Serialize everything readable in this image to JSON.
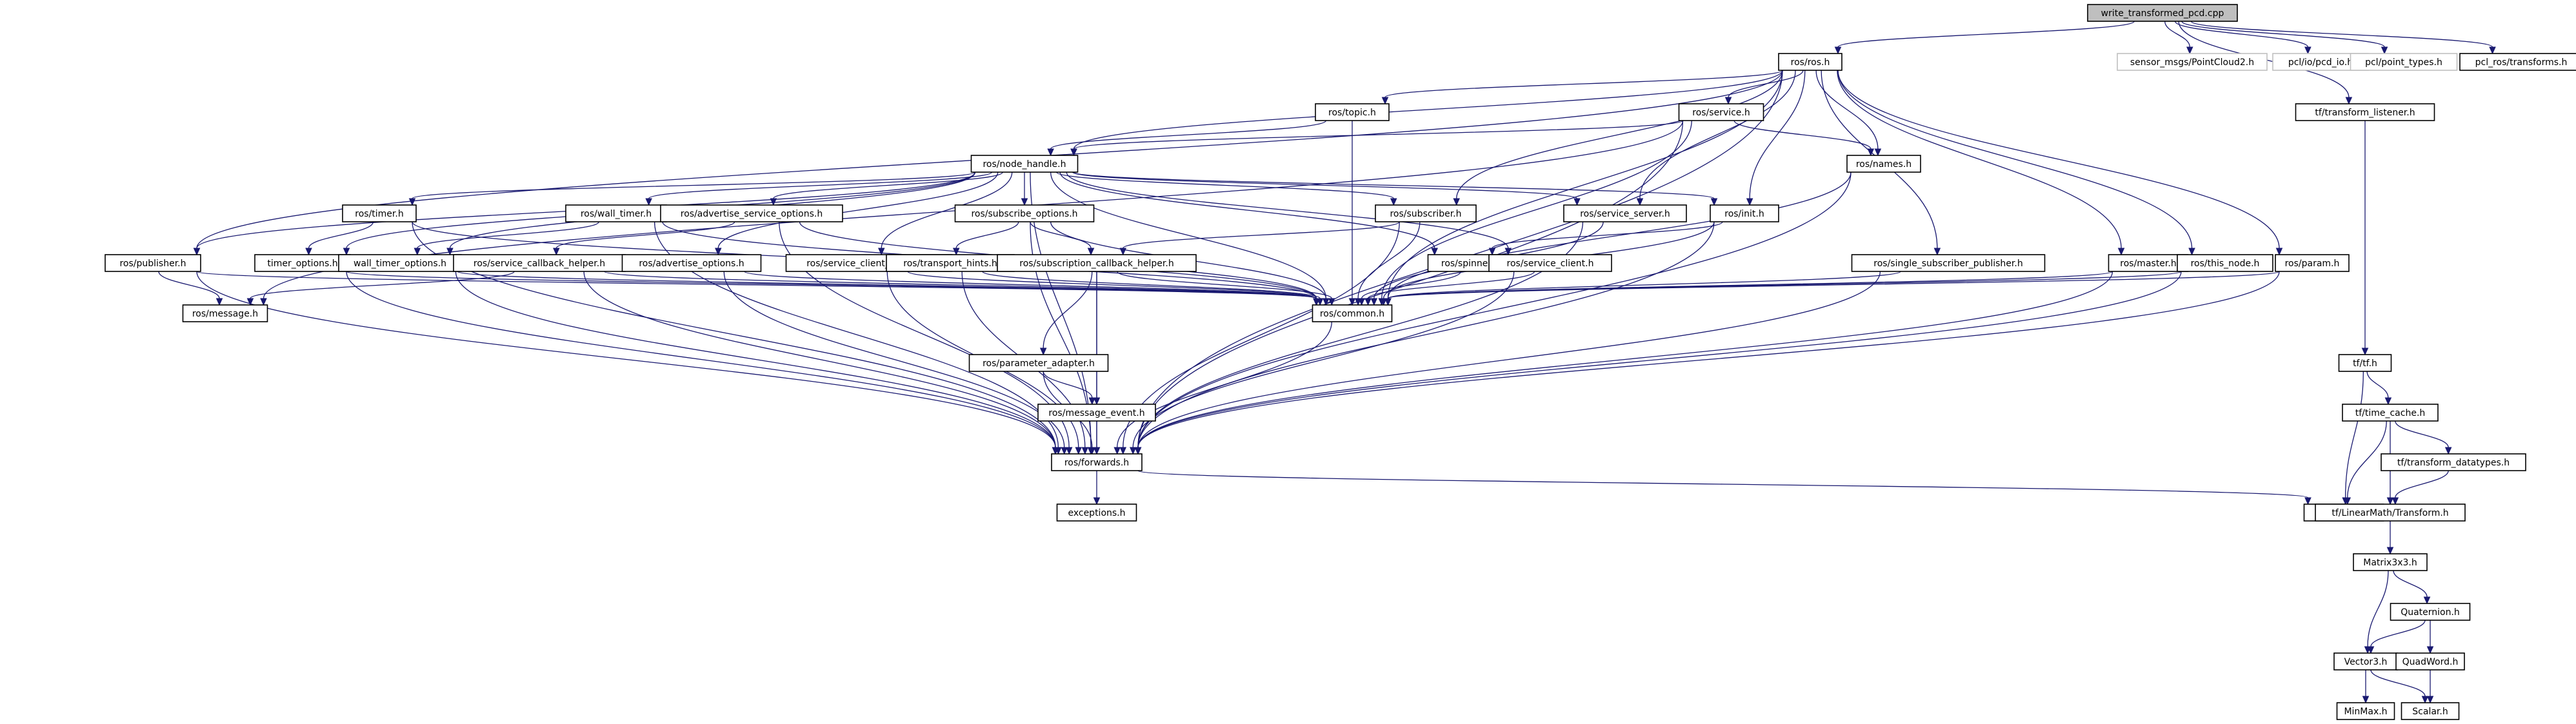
{
  "graph": {
    "edge_color": "#191970",
    "root_fill": "#bfbfbf",
    "missing_border": "#bfbfbf",
    "nodes": [
      {
        "id": "root",
        "label": "write_transformed_pcd.cpp",
        "kind": "root"
      },
      {
        "id": "ros",
        "label": "ros/ros.h"
      },
      {
        "id": "pc2",
        "label": "sensor_msgs/PointCloud2.h",
        "kind": "missing"
      },
      {
        "id": "pcdio",
        "label": "pcl/io/pcd_io.h",
        "kind": "missing"
      },
      {
        "id": "ptypes",
        "label": "pcl/point_types.h",
        "kind": "missing"
      },
      {
        "id": "pclrostf",
        "label": "pcl_ros/transforms.h"
      },
      {
        "id": "tflistener",
        "label": "tf/transform_listener.h"
      },
      {
        "id": "topic",
        "label": "ros/topic.h"
      },
      {
        "id": "service",
        "label": "ros/service.h"
      },
      {
        "id": "names",
        "label": "ros/names.h"
      },
      {
        "id": "nodehandle",
        "label": "ros/node_handle.h"
      },
      {
        "id": "timer",
        "label": "ros/timer.h"
      },
      {
        "id": "walltimer",
        "label": "ros/wall_timer.h"
      },
      {
        "id": "advsrvopt",
        "label": "ros/advertise_service_options.h"
      },
      {
        "id": "subopt",
        "label": "ros/subscribe_options.h"
      },
      {
        "id": "subscriber",
        "label": "ros/subscriber.h"
      },
      {
        "id": "srvserver",
        "label": "ros/service_server.h"
      },
      {
        "id": "init",
        "label": "ros/init.h"
      },
      {
        "id": "publisher",
        "label": "ros/publisher.h"
      },
      {
        "id": "timeropt",
        "label": "timer_options.h"
      },
      {
        "id": "walltimeropt",
        "label": "wall_timer_options.h"
      },
      {
        "id": "srvcbhelper",
        "label": "ros/service_callback_helper.h"
      },
      {
        "id": "advopt",
        "label": "ros/advertise_options.h"
      },
      {
        "id": "srvclientopt",
        "label": "ros/service_client_options.h"
      },
      {
        "id": "transporthints",
        "label": "ros/transport_hints.h"
      },
      {
        "id": "subcbhelper",
        "label": "ros/subscription_callback_helper.h"
      },
      {
        "id": "spinner",
        "label": "ros/spinner.h"
      },
      {
        "id": "srvclient",
        "label": "ros/service_client.h"
      },
      {
        "id": "singlesubpub",
        "label": "ros/single_subscriber_publisher.h"
      },
      {
        "id": "master",
        "label": "ros/master.h"
      },
      {
        "id": "thisnode",
        "label": "ros/this_node.h"
      },
      {
        "id": "param",
        "label": "ros/param.h"
      },
      {
        "id": "message",
        "label": "ros/message.h"
      },
      {
        "id": "common",
        "label": "ros/common.h"
      },
      {
        "id": "paramadapter",
        "label": "ros/parameter_adapter.h"
      },
      {
        "id": "msgevent",
        "label": "ros/message_event.h"
      },
      {
        "id": "forwards",
        "label": "ros/forwards.h"
      },
      {
        "id": "exceptions1",
        "label": "exceptions.h"
      },
      {
        "id": "exceptions2",
        "label": "exceptions.h"
      },
      {
        "id": "tftf",
        "label": "tf/tf.h"
      },
      {
        "id": "timecache",
        "label": "tf/time_cache.h"
      },
      {
        "id": "tfdatatypes",
        "label": "tf/transform_datatypes.h"
      },
      {
        "id": "lmtransform",
        "label": "tf/LinearMath/Transform.h"
      },
      {
        "id": "matrix",
        "label": "Matrix3x3.h"
      },
      {
        "id": "quaternion",
        "label": "Quaternion.h"
      },
      {
        "id": "vector3",
        "label": "Vector3.h"
      },
      {
        "id": "quadword",
        "label": "QuadWord.h"
      },
      {
        "id": "minmax",
        "label": "MinMax.h"
      },
      {
        "id": "scalar",
        "label": "Scalar.h"
      }
    ],
    "edges": [
      [
        "root",
        "ros"
      ],
      [
        "root",
        "pc2"
      ],
      [
        "root",
        "pcdio"
      ],
      [
        "root",
        "ptypes"
      ],
      [
        "root",
        "pclrostf"
      ],
      [
        "root",
        "tflistener"
      ],
      [
        "ros",
        "topic"
      ],
      [
        "ros",
        "service"
      ],
      [
        "ros",
        "names"
      ],
      [
        "ros",
        "nodehandle"
      ],
      [
        "ros",
        "subscriber"
      ],
      [
        "ros",
        "srvserver"
      ],
      [
        "ros",
        "init"
      ],
      [
        "ros",
        "singlesubpub"
      ],
      [
        "ros",
        "master"
      ],
      [
        "ros",
        "thisnode"
      ],
      [
        "ros",
        "param"
      ],
      [
        "ros",
        "common"
      ],
      [
        "ros",
        "publisher"
      ],
      [
        "ros",
        "forwards"
      ],
      [
        "topic",
        "nodehandle"
      ],
      [
        "topic",
        "common"
      ],
      [
        "service",
        "nodehandle"
      ],
      [
        "service",
        "names"
      ],
      [
        "service",
        "common"
      ],
      [
        "service",
        "forwards"
      ],
      [
        "service",
        "message"
      ],
      [
        "names",
        "common"
      ],
      [
        "names",
        "forwards"
      ],
      [
        "nodehandle",
        "timer"
      ],
      [
        "nodehandle",
        "walltimer"
      ],
      [
        "nodehandle",
        "advsrvopt"
      ],
      [
        "nodehandle",
        "subopt"
      ],
      [
        "nodehandle",
        "subscriber"
      ],
      [
        "nodehandle",
        "srvserver"
      ],
      [
        "nodehandle",
        "init"
      ],
      [
        "nodehandle",
        "publisher"
      ],
      [
        "nodehandle",
        "timeropt"
      ],
      [
        "nodehandle",
        "walltimeropt"
      ],
      [
        "nodehandle",
        "advopt"
      ],
      [
        "nodehandle",
        "srvclientopt"
      ],
      [
        "nodehandle",
        "spinner"
      ],
      [
        "nodehandle",
        "srvclient"
      ],
      [
        "nodehandle",
        "common"
      ],
      [
        "nodehandle",
        "forwards"
      ],
      [
        "timer",
        "timeropt"
      ],
      [
        "timer",
        "common"
      ],
      [
        "timer",
        "forwards"
      ],
      [
        "walltimer",
        "walltimeropt"
      ],
      [
        "walltimer",
        "common"
      ],
      [
        "walltimer",
        "forwards"
      ],
      [
        "advsrvopt",
        "srvcbhelper"
      ],
      [
        "advsrvopt",
        "common"
      ],
      [
        "advsrvopt",
        "forwards"
      ],
      [
        "subopt",
        "transporthints"
      ],
      [
        "subopt",
        "subcbhelper"
      ],
      [
        "subopt",
        "common"
      ],
      [
        "subopt",
        "forwards"
      ],
      [
        "subscriber",
        "common"
      ],
      [
        "subscriber",
        "subcbhelper"
      ],
      [
        "subscriber",
        "forwards"
      ],
      [
        "srvserver",
        "common"
      ],
      [
        "srvserver",
        "forwards"
      ],
      [
        "init",
        "spinner"
      ],
      [
        "init",
        "common"
      ],
      [
        "init",
        "forwards"
      ],
      [
        "publisher",
        "message"
      ],
      [
        "publisher",
        "common"
      ],
      [
        "publisher",
        "forwards"
      ],
      [
        "timeropt",
        "common"
      ],
      [
        "timeropt",
        "forwards"
      ],
      [
        "walltimeropt",
        "common"
      ],
      [
        "walltimeropt",
        "forwards"
      ],
      [
        "srvcbhelper",
        "message"
      ],
      [
        "srvcbhelper",
        "common"
      ],
      [
        "srvcbhelper",
        "forwards"
      ],
      [
        "advopt",
        "common"
      ],
      [
        "advopt",
        "forwards"
      ],
      [
        "srvclientopt",
        "common"
      ],
      [
        "srvclientopt",
        "forwards"
      ],
      [
        "transporthints",
        "common"
      ],
      [
        "transporthints",
        "forwards"
      ],
      [
        "subcbhelper",
        "paramadapter"
      ],
      [
        "subcbhelper",
        "msgevent"
      ],
      [
        "subcbhelper",
        "common"
      ],
      [
        "subcbhelper",
        "forwards"
      ],
      [
        "spinner",
        "common"
      ],
      [
        "srvclient",
        "common"
      ],
      [
        "srvclient",
        "forwards"
      ],
      [
        "singlesubpub",
        "common"
      ],
      [
        "singlesubpub",
        "forwards"
      ],
      [
        "master",
        "common"
      ],
      [
        "master",
        "forwards"
      ],
      [
        "thisnode",
        "common"
      ],
      [
        "thisnode",
        "forwards"
      ],
      [
        "param",
        "common"
      ],
      [
        "param",
        "forwards"
      ],
      [
        "common",
        "forwards"
      ],
      [
        "paramadapter",
        "msgevent"
      ],
      [
        "paramadapter",
        "forwards"
      ],
      [
        "msgevent",
        "forwards"
      ],
      [
        "forwards",
        "exceptions1"
      ],
      [
        "forwards",
        "exceptions2"
      ],
      [
        "tflistener",
        "tftf"
      ],
      [
        "tftf",
        "exceptions2"
      ],
      [
        "tftf",
        "timecache"
      ],
      [
        "timecache",
        "exceptions2"
      ],
      [
        "timecache",
        "tfdatatypes"
      ],
      [
        "timecache",
        "lmtransform"
      ],
      [
        "tfdatatypes",
        "lmtransform"
      ],
      [
        "lmtransform",
        "matrix"
      ],
      [
        "matrix",
        "quaternion"
      ],
      [
        "matrix",
        "vector3"
      ],
      [
        "quaternion",
        "vector3"
      ],
      [
        "quaternion",
        "quadword"
      ],
      [
        "vector3",
        "minmax"
      ],
      [
        "vector3",
        "scalar"
      ],
      [
        "quadword",
        "scalar"
      ]
    ]
  }
}
